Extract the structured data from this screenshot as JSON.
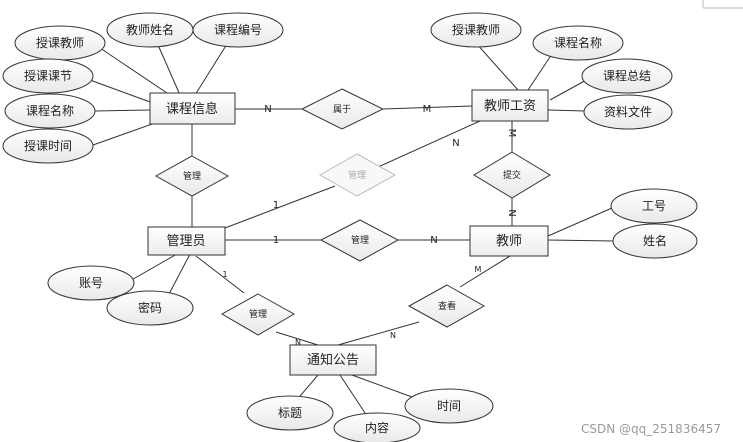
{
  "entities": {
    "course_info": "课程信息",
    "teacher_salary": "教师工资",
    "admin": "管理员",
    "teacher": "教师",
    "notice": "通知公告"
  },
  "attributes": {
    "course_teacher": "授课教师",
    "teacher_name": "教师姓名",
    "course_no": "课程编号",
    "course_section": "授课课节",
    "course_name": "课程名称",
    "course_time": "授课时间",
    "salary_teacher": "授课教师",
    "salary_course_name": "课程名称",
    "course_summary": "课程总结",
    "material_file": "资料文件",
    "emp_no": "工号",
    "name": "姓名",
    "account": "账号",
    "password": "密码",
    "title": "标题",
    "content": "内容",
    "time": "时间"
  },
  "relations": {
    "belongs": "属于",
    "manage_course": "管理",
    "manage_salary": "管理",
    "submit": "提交",
    "manage_teacher": "管理",
    "manage_notice": "管理",
    "view": "查看"
  },
  "cardinalities": {
    "c1": "N",
    "c2": "M",
    "c3": "N",
    "c4": "1",
    "c5": "M",
    "c6": "N",
    "c7": "1",
    "c8": "N",
    "c9": "1",
    "c10": "N",
    "c11": "N",
    "c12": "M"
  },
  "watermark": "CSDN @qq_251836457",
  "colors": {
    "line": "#333333",
    "ellipse_fill": "#f4f4f4",
    "entity_fill": "#fafafa",
    "diamond_fill": "#f7f7f7",
    "faded": "#c8c8c8"
  }
}
